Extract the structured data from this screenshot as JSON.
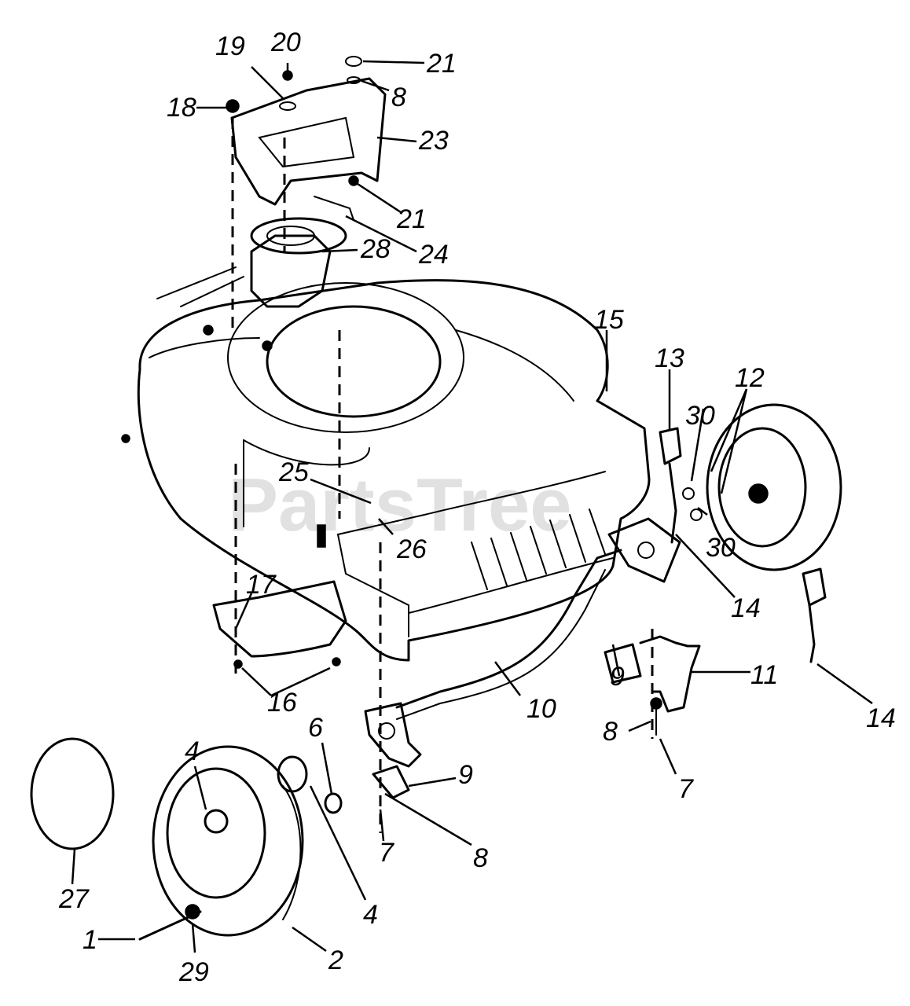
{
  "watermark": "PartsTree",
  "callouts": [
    {
      "id": "c1",
      "text": "1"
    },
    {
      "id": "c2",
      "text": "2"
    },
    {
      "id": "c4a",
      "text": "4"
    },
    {
      "id": "c4b",
      "text": "4"
    },
    {
      "id": "c6",
      "text": "6"
    },
    {
      "id": "c7a",
      "text": "7"
    },
    {
      "id": "c7b",
      "text": "7"
    },
    {
      "id": "c8a",
      "text": "8"
    },
    {
      "id": "c8b",
      "text": "8"
    },
    {
      "id": "c8c",
      "text": "8"
    },
    {
      "id": "c9a",
      "text": "9"
    },
    {
      "id": "c9b",
      "text": "9"
    },
    {
      "id": "c10",
      "text": "10"
    },
    {
      "id": "c11",
      "text": "11"
    },
    {
      "id": "c12",
      "text": "12"
    },
    {
      "id": "c13",
      "text": "13"
    },
    {
      "id": "c14a",
      "text": "14"
    },
    {
      "id": "c14b",
      "text": "14"
    },
    {
      "id": "c15",
      "text": "15"
    },
    {
      "id": "c16",
      "text": "16"
    },
    {
      "id": "c17",
      "text": "17"
    },
    {
      "id": "c18",
      "text": "18"
    },
    {
      "id": "c19",
      "text": "19"
    },
    {
      "id": "c20",
      "text": "20"
    },
    {
      "id": "c21a",
      "text": "21"
    },
    {
      "id": "c21b",
      "text": "21"
    },
    {
      "id": "c23",
      "text": "23"
    },
    {
      "id": "c24",
      "text": "24"
    },
    {
      "id": "c25",
      "text": "25"
    },
    {
      "id": "c26",
      "text": "26"
    },
    {
      "id": "c27",
      "text": "27"
    },
    {
      "id": "c28",
      "text": "28"
    },
    {
      "id": "c29",
      "text": "29"
    },
    {
      "id": "c30a",
      "text": "30"
    },
    {
      "id": "c30b",
      "text": "30"
    }
  ]
}
